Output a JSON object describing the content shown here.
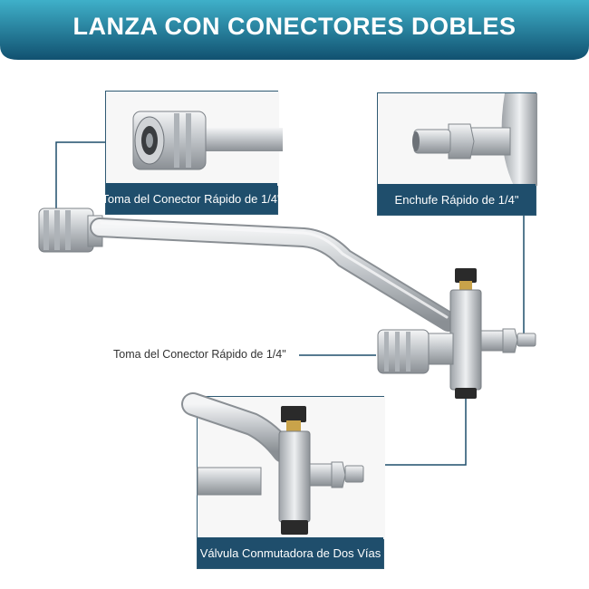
{
  "banner": {
    "title": "LANZA CON CONECTORES DOBLES",
    "color_light": "#3fb0c9",
    "color_dark": "#115170"
  },
  "callouts": {
    "top_left": {
      "caption": "Toma del Conector Rápido de 1/4\""
    },
    "top_right": {
      "caption": "Enchufe Rápido de 1/4\""
    },
    "bottom": {
      "caption": "Válvula Conmutadora de Dos Vías"
    }
  },
  "labels": {
    "middle": "Toma del Conector Rápido de 1/4\""
  },
  "colors": {
    "accent": "#1f4e6c",
    "metal": "#c7cbcf",
    "brass": "#c9a34a"
  }
}
